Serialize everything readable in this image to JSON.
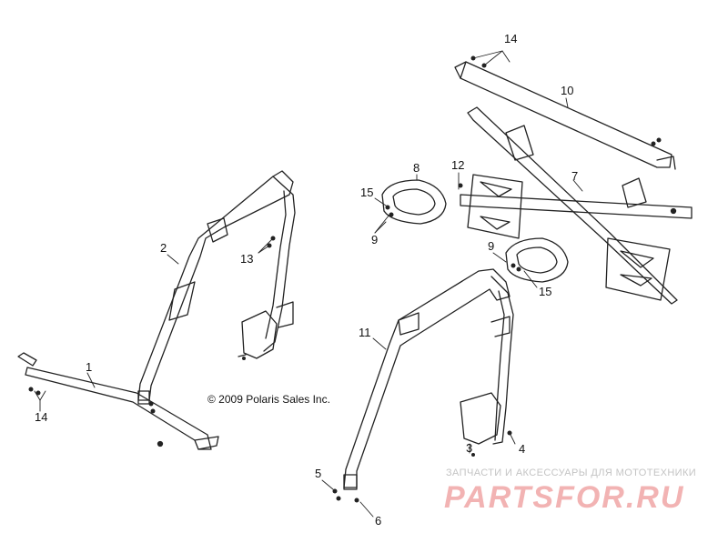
{
  "callouts": [
    "1",
    "2",
    "3",
    "4",
    "5",
    "6",
    "7",
    "8",
    "9",
    "9",
    "10",
    "11",
    "12",
    "13",
    "14",
    "14",
    "15",
    "15"
  ],
  "copyright": "© 2009 Polaris Sales Inc.",
  "watermark": {
    "tagline": "ЗАПЧАСТИ И АКСЕССУАРЫ ДЛЯ МОТОТЕХНИКИ",
    "logo": "PARTSFOR.RU"
  }
}
